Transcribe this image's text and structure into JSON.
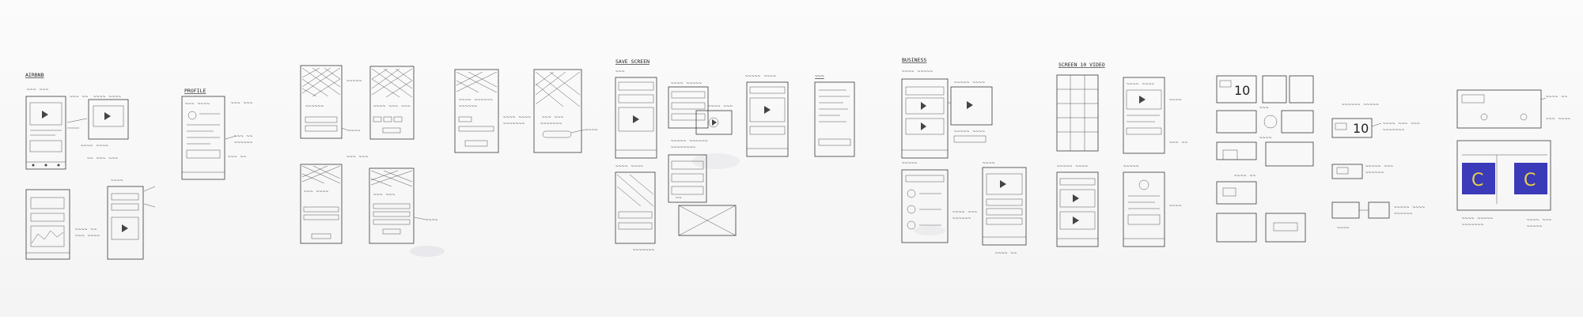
{
  "sections": {
    "s1": "AIRBNB",
    "s2": "PROFILE",
    "s3": "SAVE SCREEN",
    "s4": "BUSINESS",
    "s5": "SCREEN 10 VIDEO"
  },
  "frames": {
    "big_number": "10",
    "glyph": "C"
  },
  "colors": {
    "ink": "#3a3a3a",
    "paper": "#f6f6f6",
    "accent_blue": "#3b3ab8",
    "accent_yellow": "#e9cf4a"
  }
}
